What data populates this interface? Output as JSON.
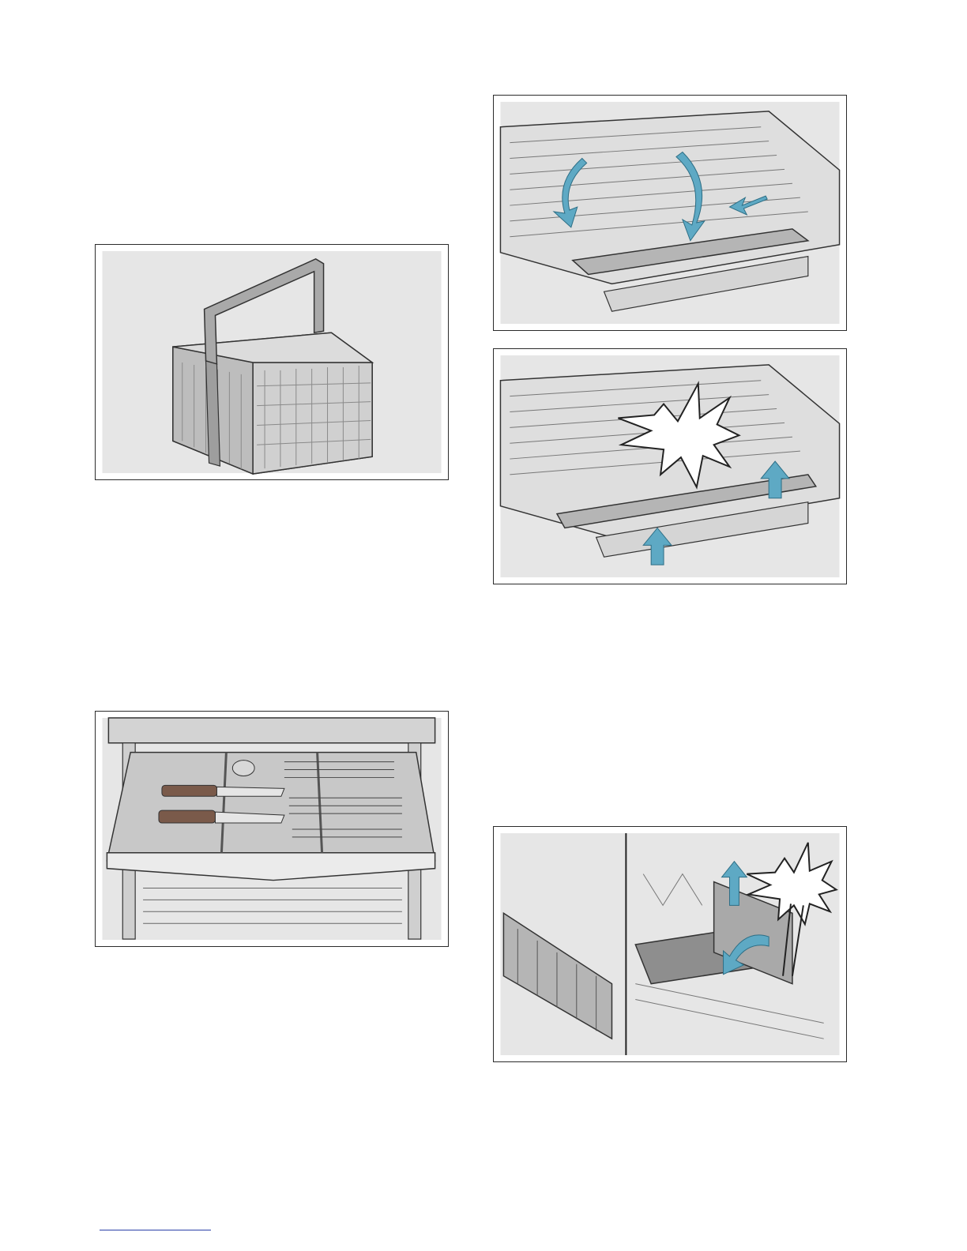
{
  "page": {
    "figures": [
      {
        "id": "cutlery-basket",
        "icon": "cutlery-basket-illustration"
      },
      {
        "id": "third-rack-fold-down",
        "icon": "third-rack-fold-illustration"
      },
      {
        "id": "third-rack-click-in",
        "icon": "third-rack-click-illustration"
      },
      {
        "id": "cutlery-drawer-loaded",
        "icon": "cutlery-drawer-illustration"
      },
      {
        "id": "rack-tines-fold",
        "icon": "tines-fold-illustration"
      }
    ]
  },
  "colors": {
    "panel_bg": "#e6e6e6",
    "frame": "#2b2b2b",
    "line_art": "#333333",
    "arrow": "#5ea9c4",
    "footer_rule": "#2a3fa8"
  }
}
